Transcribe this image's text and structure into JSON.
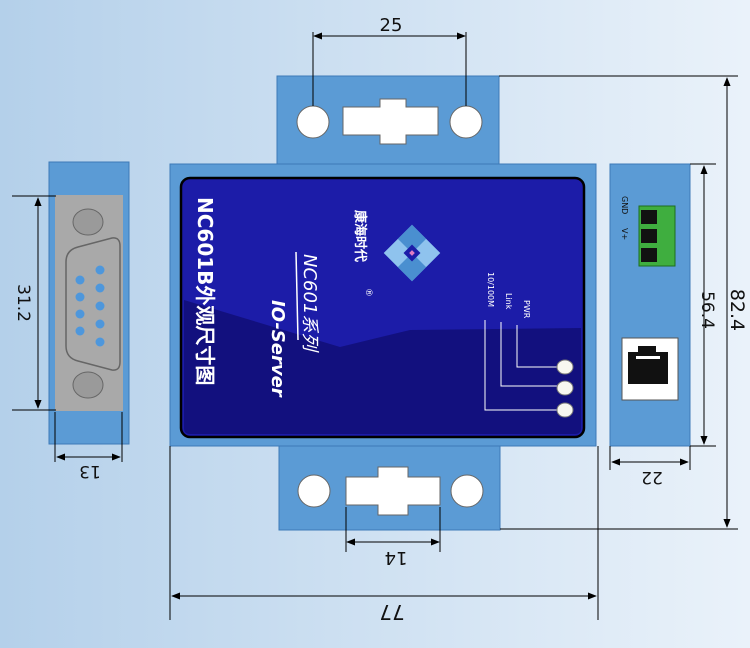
{
  "colors": {
    "background_left": "#b4d0ea",
    "background_right": "#eaf2fa",
    "case_blue": "#5b9bd5",
    "panel_navy": "#1c1ca8",
    "panel_dark": "#12107e",
    "connector_gray": "#a9a9a9",
    "terminal_green": "#3fae3f"
  },
  "dimensions": {
    "flange_hole_spacing": "25",
    "slot_width": "14",
    "body_width": "77",
    "db9_height": "31.2",
    "db9_depth": "13",
    "side_height": "56.4",
    "total_height": "82.4",
    "side_depth": "22"
  },
  "front_panel": {
    "title": "NC601B外观尺寸图",
    "series": "NC601系列",
    "product": "IO-Server",
    "brand": "康海时代",
    "trademark": "®"
  },
  "leds": [
    "PWR",
    "Link",
    "10/100M"
  ],
  "terminal_labels": [
    "GND",
    "V+"
  ],
  "icons": {
    "logo": "kanghai-logo-icon",
    "db9": "db9-connector-icon",
    "rj45": "rj45-port-icon",
    "terminal": "power-terminal-block-icon"
  }
}
